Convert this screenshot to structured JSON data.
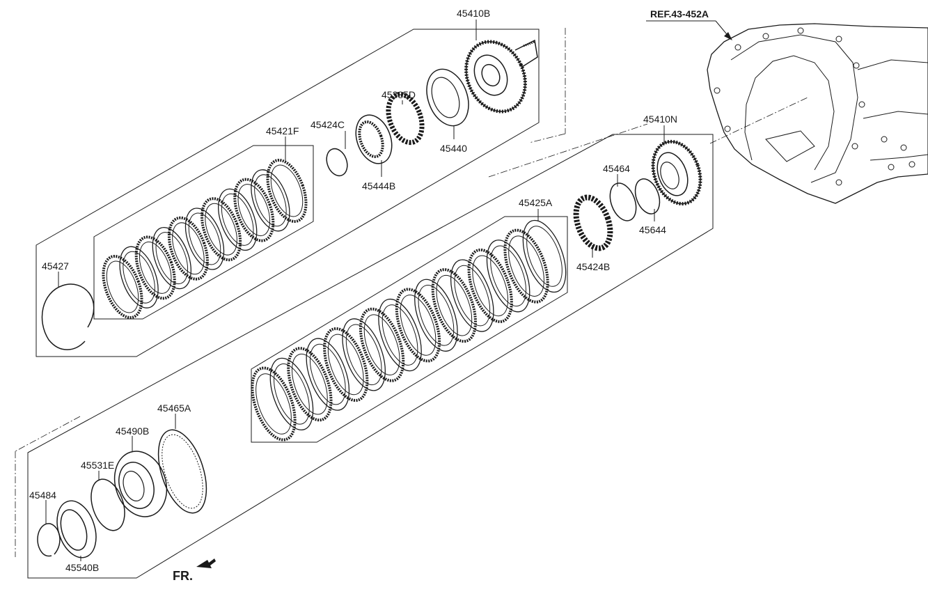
{
  "labels": {
    "p45410B": "45410B",
    "p45385D": "45385D",
    "p45424C": "45424C",
    "p45421F": "45421F",
    "p45440": "45440",
    "p45444B": "45444B",
    "p45427": "45427",
    "p45410N": "45410N",
    "p45464": "45464",
    "p45425A": "45425A",
    "p45644": "45644",
    "p45424B": "45424B",
    "p45465A": "45465A",
    "p45490B": "45490B",
    "p45531E": "45531E",
    "p45484": "45484",
    "p45540B": "45540B"
  },
  "ref_label": "REF.43-452A",
  "front_marker": "FR.",
  "colors": {
    "line": "#1a1a1a",
    "background": "#ffffff"
  }
}
